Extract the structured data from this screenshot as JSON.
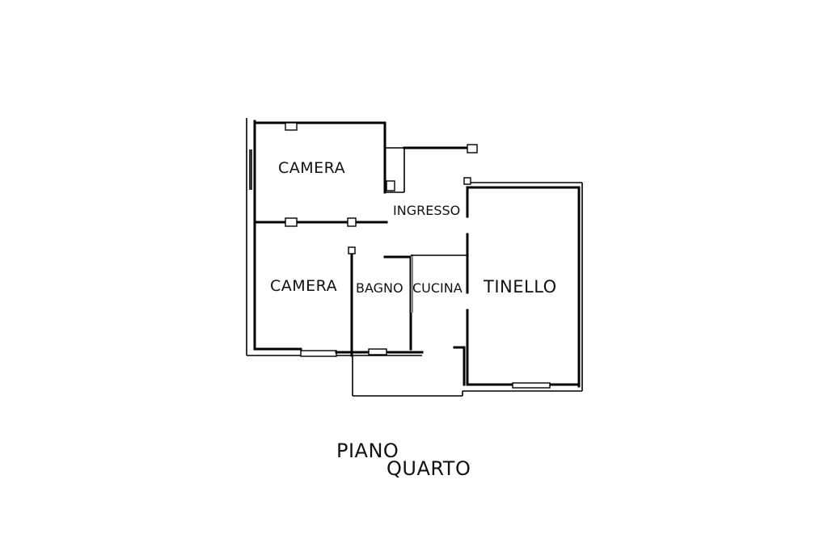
{
  "rooms": {
    "camera_top": "CAMERA",
    "camera_bottom": "CAMERA",
    "ingresso": "INGRESSO",
    "bagno": "BAGNO",
    "cucina": "CUCINA",
    "tinello": "TINELLO"
  },
  "caption": {
    "line1": "PIANO",
    "line2": "QUARTO"
  }
}
